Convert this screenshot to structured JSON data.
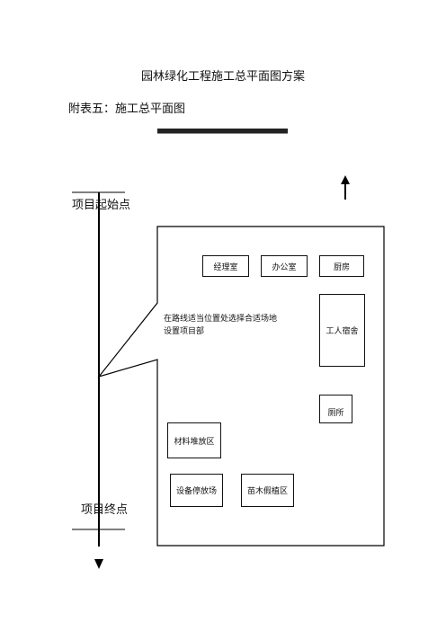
{
  "document": {
    "title": "园林绿化工程施工总平面图方案",
    "subtitle": "附表五：施工总平面图"
  },
  "diagram": {
    "start_label": "项目起始点",
    "end_label": "项目终点",
    "rooms": {
      "manager_office": "经理室",
      "office": "办公室",
      "kitchen": "厨房",
      "dormitory": "工人宿舍",
      "toilet": "厕所",
      "material_area": "材料堆放区",
      "equipment_yard": "设备停放场",
      "nursery_area": "苗木假植区"
    },
    "note_line1": "在路线适当位置处选择合适场地",
    "note_line2": "设置项目部"
  }
}
